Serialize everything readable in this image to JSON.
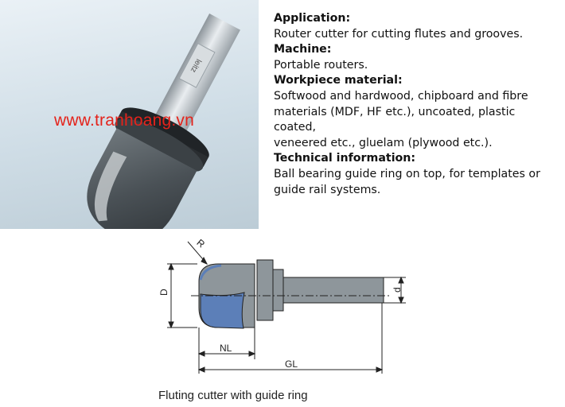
{
  "photo": {
    "watermark": "www.tranhoang.vn",
    "brand_mark": "leitz"
  },
  "info": {
    "application_heading": "Application:",
    "application_text": "Router cutter for cutting flutes and grooves.",
    "machine_heading": "Machine:",
    "machine_text": "Portable routers.",
    "workpiece_heading": "Workpiece material:",
    "workpiece_lines": [
      "Softwood and hardwood, chipboard and fibre",
      "materials (MDF, HF etc.), uncoated, plastic coated,",
      "veneered etc., gluelam (plywood etc.)."
    ],
    "technical_heading": "Technical information:",
    "technical_lines": [
      "Ball bearing guide ring on top, for templates or",
      "guide rail systems."
    ]
  },
  "drawing": {
    "label_r": "R",
    "label_d_upper": "D",
    "label_d_lower": "d",
    "label_nl": "NL",
    "label_gl": "GL",
    "colors": {
      "body": "#8e969b",
      "cutter": "#5c7fb8",
      "outline": "#222222"
    }
  },
  "caption": "Fluting cutter with guide ring"
}
